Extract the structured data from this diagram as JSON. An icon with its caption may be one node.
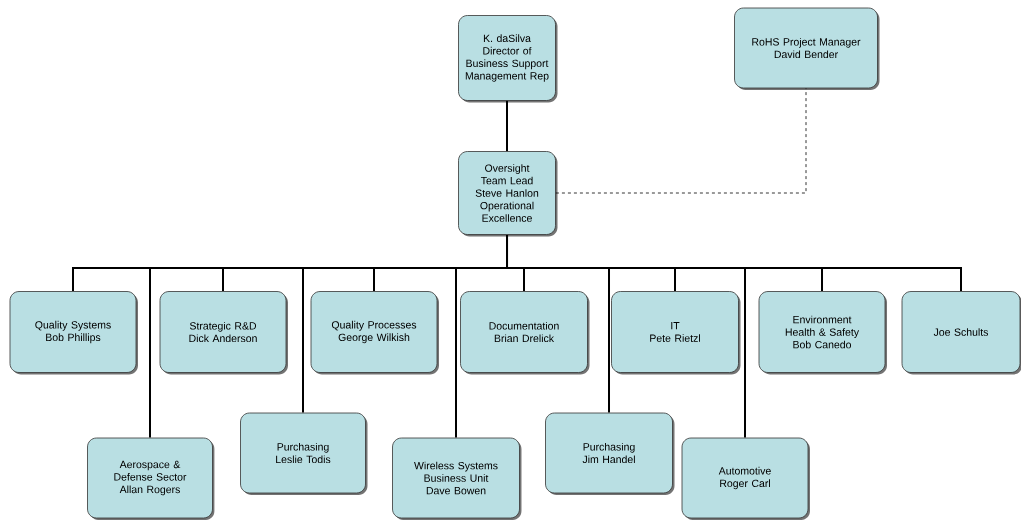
{
  "diagram": {
    "nodes": [
      {
        "text": [
          "K. daSilva",
          "Director of Business Support",
          "Management Rep"
        ]
      },
      {
        "text": [
          "RoHS Project Manager",
          "David Bender"
        ]
      },
      {
        "text": [
          "Oversight Team Lead",
          "Steve Hanlon",
          "Operational Excellence"
        ]
      },
      {
        "text": [
          "Quality Systems",
          "Bob Phillips"
        ]
      },
      {
        "text": [
          "Strategic R&D",
          "Dick Anderson"
        ]
      },
      {
        "text": [
          "Quality Processes",
          "George Wilkish"
        ]
      },
      {
        "text": [
          "Documentation",
          "Brian Drelick"
        ]
      },
      {
        "text": [
          "IT",
          "Pete Rietzl"
        ]
      },
      {
        "text": [
          "Environment Health & Safety",
          "Bob Canedo"
        ]
      },
      {
        "text": [
          "Joe Schults"
        ]
      },
      {
        "text": [
          "Aerospace & Defense Sector",
          "Allan Rogers"
        ]
      },
      {
        "text": [
          "Purchasing",
          "Leslie Todis"
        ]
      },
      {
        "text": [
          "Wireless Systems Business Unit",
          "Dave Bowen"
        ]
      },
      {
        "text": [
          "Purchasing",
          "Jim Handel"
        ]
      },
      {
        "text": [
          "Automotive",
          "Roger Carl"
        ]
      }
    ],
    "edges": [
      {
        "from": 0,
        "to": 2,
        "arrow": "none"
      },
      {
        "from": 2,
        "to": 1,
        "arrow": "none",
        "style": "dashed"
      },
      {
        "from": 2,
        "to": 3,
        "arrow": "none"
      },
      {
        "from": 2,
        "to": 10,
        "arrow": "none"
      },
      {
        "from": 2,
        "to": 4,
        "arrow": "none"
      },
      {
        "from": 2,
        "to": 11,
        "arrow": "none"
      },
      {
        "from": 2,
        "to": 5,
        "arrow": "none"
      },
      {
        "from": 2,
        "to": 12,
        "arrow": "none"
      },
      {
        "from": 2,
        "to": 6,
        "arrow": "none"
      },
      {
        "from": 2,
        "to": 13,
        "arrow": "none"
      },
      {
        "from": 2,
        "to": 7,
        "arrow": "none"
      },
      {
        "from": 2,
        "to": 14,
        "arrow": "none"
      },
      {
        "from": 2,
        "to": 8,
        "arrow": "none"
      },
      {
        "from": 2,
        "to": 9,
        "arrow": "none"
      }
    ]
  }
}
